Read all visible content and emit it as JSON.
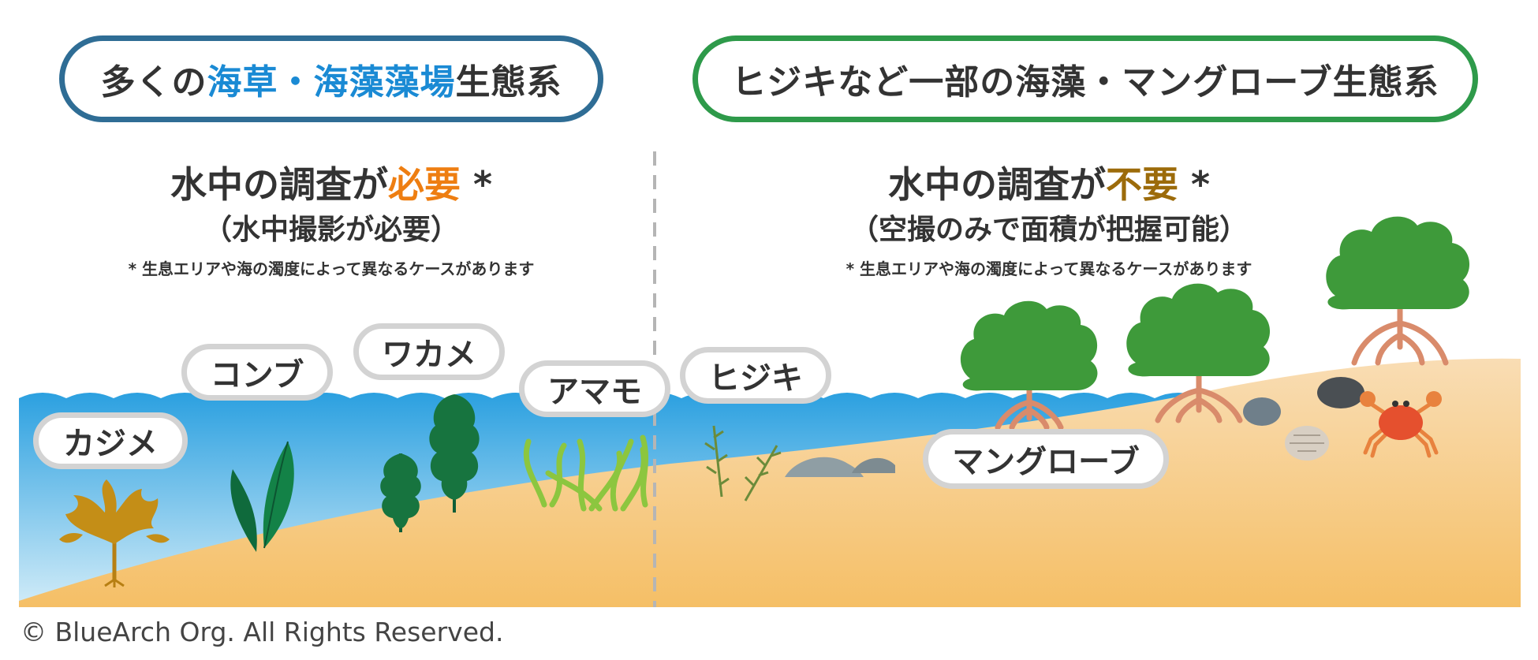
{
  "left_section": {
    "header_parts": [
      "多くの",
      "海草・海藻藻場",
      "生態系"
    ],
    "headline_main": "水中の調査が",
    "headline_emphasis": "必要",
    "headline_mark": " *",
    "subline": "（水中撮影が必要）",
    "note": "* 生息エリアや海の濁度によって異なるケースがあります",
    "border_color": "#2f6d95",
    "emphasis_color": "#ee7e11"
  },
  "right_section": {
    "header": "ヒジキなど一部の海藻・マングローブ生態系",
    "headline_main": "水中の調査が",
    "headline_emphasis": "不要",
    "headline_mark": " *",
    "subline": "（空撮のみで面積が把握可能）",
    "note": "* 生息エリアや海の濁度によって異なるケースがあります",
    "border_color": "#2e9a4a",
    "emphasis_color": "#9c6b0a"
  },
  "species": {
    "kajime": "カジメ",
    "konbu": "コンブ",
    "wakame": "ワカメ",
    "amamo": "アマモ",
    "hijiki": "ヒジキ",
    "mangrove": "マングローブ"
  },
  "illustration_icons": [
    "kajime-seaweed-icon",
    "konbu-kelp-icon",
    "wakame-seaweed-icon",
    "amamo-seagrass-icon",
    "hijiki-seaweed-icon",
    "rock-icon",
    "mangrove-tree-icon",
    "clam-icon",
    "crab-icon"
  ],
  "colors": {
    "sea_top": "#2ba0e0",
    "sea_bottom": "#d2ecf8",
    "sand_top": "#f9ddb4",
    "sand_bottom": "#f5bf66",
    "mangrove_canopy": "#3e9a3a",
    "mangrove_root": "#d98b6b",
    "divider": "#b5b5b5"
  },
  "footer": {
    "copyright": "© BlueArch Org. All Rights Reserved."
  }
}
